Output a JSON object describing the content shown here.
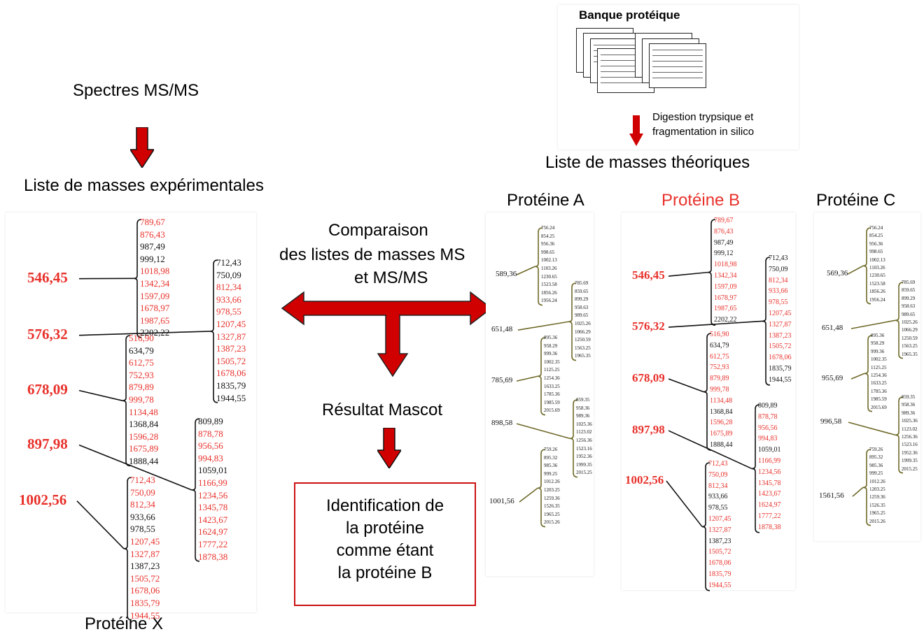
{
  "colors": {
    "red": "#e8312b",
    "arrow_red": "#d00000",
    "box_border": "#cc1010",
    "line": "#111111",
    "theo_line": "#6f6a2a"
  },
  "left": {
    "spectra_title": "Spectres MS/MS",
    "list_title": "Liste de masses expérimentales",
    "protein_label": "Protéine X"
  },
  "bank": {
    "title": "Banque protéique",
    "digestion_label_1": "Digestion trypsique et",
    "digestion_label_2": "fragmentation in silico",
    "list_title": "Liste de masses théoriques"
  },
  "center": {
    "comparison_1": "Comparaison",
    "comparison_2": "des listes de masses MS",
    "comparison_3": "et MS/MS",
    "result": "Résultat Mascot",
    "id_1": "Identification de",
    "id_2": "la protéine",
    "id_3": "comme étant",
    "id_4": "la protéine  B"
  },
  "proteins": {
    "a_label": "Protéine A",
    "b_label": "Protéine B",
    "c_label": "Protéine C"
  },
  "exp": {
    "peaks": [
      "546,45",
      "576,32",
      "678,09",
      "897,98",
      "1002,56"
    ],
    "groups": [
      {
        "values": [
          "789,67",
          "876,43",
          "987,49",
          "999,12",
          "1018,98",
          "1342,34",
          "1597,09",
          "1678,97",
          "1987,65",
          "2202,22"
        ],
        "red": [
          1,
          1,
          0,
          0,
          1,
          1,
          1,
          1,
          1,
          0
        ]
      },
      {
        "values": [
          "712,43",
          "750,09",
          "812,34",
          "933,66",
          "978,55",
          "1207,45",
          "1327,87",
          "1387,23",
          "1505,72",
          "1678,06",
          "1835,79",
          "1944,55"
        ],
        "red": [
          0,
          0,
          1,
          1,
          1,
          1,
          1,
          1,
          1,
          1,
          0,
          0
        ]
      },
      {
        "values": [
          "516,90",
          "634,79",
          "612,75",
          "752,93",
          "879,89",
          "999,78",
          "1134,48",
          "1368,84",
          "1596,28",
          "1675,89",
          "1888,44"
        ],
        "red": [
          1,
          0,
          1,
          1,
          1,
          1,
          1,
          0,
          1,
          1,
          0
        ]
      },
      {
        "values": [
          "809,89",
          "878,78",
          "956,56",
          "994,83",
          "1059,01",
          "1166,99",
          "1234,56",
          "1345,78",
          "1423,67",
          "1624,97",
          "1777,22",
          "1878,38"
        ],
        "red": [
          0,
          1,
          1,
          1,
          0,
          1,
          1,
          1,
          1,
          1,
          1,
          1
        ]
      },
      {
        "values": [
          "712,43",
          "750,09",
          "812,34",
          "933,66",
          "978,55",
          "1207,45",
          "1327,87",
          "1387,23",
          "1505,72",
          "1678,06",
          "1835,79",
          "1944,55"
        ],
        "red": [
          1,
          1,
          1,
          0,
          0,
          1,
          1,
          0,
          1,
          1,
          1,
          1
        ]
      }
    ]
  },
  "theoA": {
    "peaks": [
      "589,36",
      "651,48",
      "785,69",
      "898,58",
      "1001,56"
    ],
    "groups": [
      [
        "756.24",
        "854.25",
        "956.36",
        "998.65",
        "1002.13",
        "1103.26",
        "1230.65",
        "1523.58",
        "1856.26",
        "1956.24"
      ],
      [
        "785.69",
        "859.65",
        "899.29",
        "958.63",
        "989.65",
        "1025.26",
        "1066.29",
        "1250.59",
        "1563.25",
        "1965.35"
      ],
      [
        "895.36",
        "958.29",
        "999.36",
        "1002.35",
        "1125.25",
        "1254.36",
        "1633.25",
        "1785.36",
        "1985.59",
        "2015.69"
      ],
      [
        "859.35",
        "958.36",
        "989.36",
        "1025.36",
        "1123.02",
        "1256.36",
        "1523.16",
        "1952.36",
        "1999.35",
        "2015.25"
      ],
      [
        "759.26",
        "895.32",
        "985.36",
        "999.25",
        "1012.26",
        "1203.25",
        "1259.36",
        "1526.35",
        "1965.25",
        "2015.26"
      ]
    ]
  },
  "theoC": {
    "peaks": [
      "569,36",
      "651,48",
      "955,69",
      "996,58",
      "1561,56"
    ],
    "groups": [
      [
        "756.24",
        "854.25",
        "956.36",
        "998.65",
        "1002.13",
        "1103.26",
        "1230.65",
        "1523.58",
        "1856.26",
        "1956.24"
      ],
      [
        "785.69",
        "859.65",
        "899.29",
        "958.63",
        "989.65",
        "1025.26",
        "1066.29",
        "1250.59",
        "1563.25",
        "1965.35"
      ],
      [
        "895.36",
        "958.29",
        "999.36",
        "1002.35",
        "1125.25",
        "1254.36",
        "1633.25",
        "1785.36",
        "1985.59",
        "2015.69"
      ],
      [
        "859.35",
        "958.36",
        "989.36",
        "1025.36",
        "1123.02",
        "1256.36",
        "1523.16",
        "1952.36",
        "1999.35",
        "2015.25"
      ],
      [
        "759.26",
        "895.32",
        "985.36",
        "999.25",
        "1012.26",
        "1203.25",
        "1259.36",
        "1526.35",
        "1965.25",
        "2015.26"
      ]
    ]
  }
}
